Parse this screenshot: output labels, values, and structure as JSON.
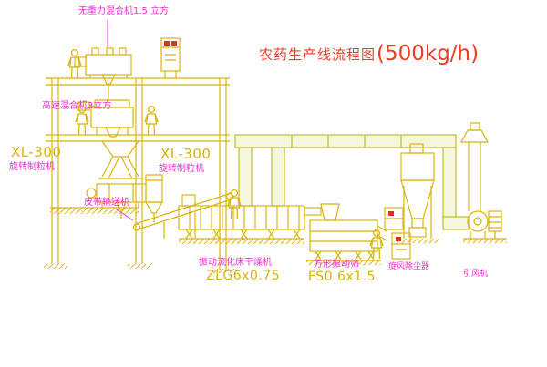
{
  "title": {
    "name": "农药生产线流程图",
    "capacity": "(500kg/h)"
  },
  "labels": {
    "gravity_mixer": "无重力混合机1.5 立方",
    "high_speed_mixer": "高速混合机3立方",
    "granulator_left": {
      "model": "XL-300",
      "name": "旋转制粒机"
    },
    "granulator_mid": {
      "model": "XL-300",
      "name": "旋转制粒机"
    },
    "belt_conveyor": "皮带输送机",
    "fluid_bed_dryer": {
      "name": "振动流化床干燥机",
      "model": "ZLG6x0.75"
    },
    "vibrating_screen": {
      "name": "方形振动筛",
      "model": "FS0.6x1.5"
    },
    "cyclone": "旋风除尘器",
    "fan": "引风机"
  },
  "colors": {
    "line_yellow": "#dcb50a",
    "duct_olive": "#c2bd2a",
    "label_magenta": "#ee2fd0",
    "title_red": "#ee3b25",
    "model_yellow": "#d8b408",
    "indicator_red": "#e03022"
  }
}
